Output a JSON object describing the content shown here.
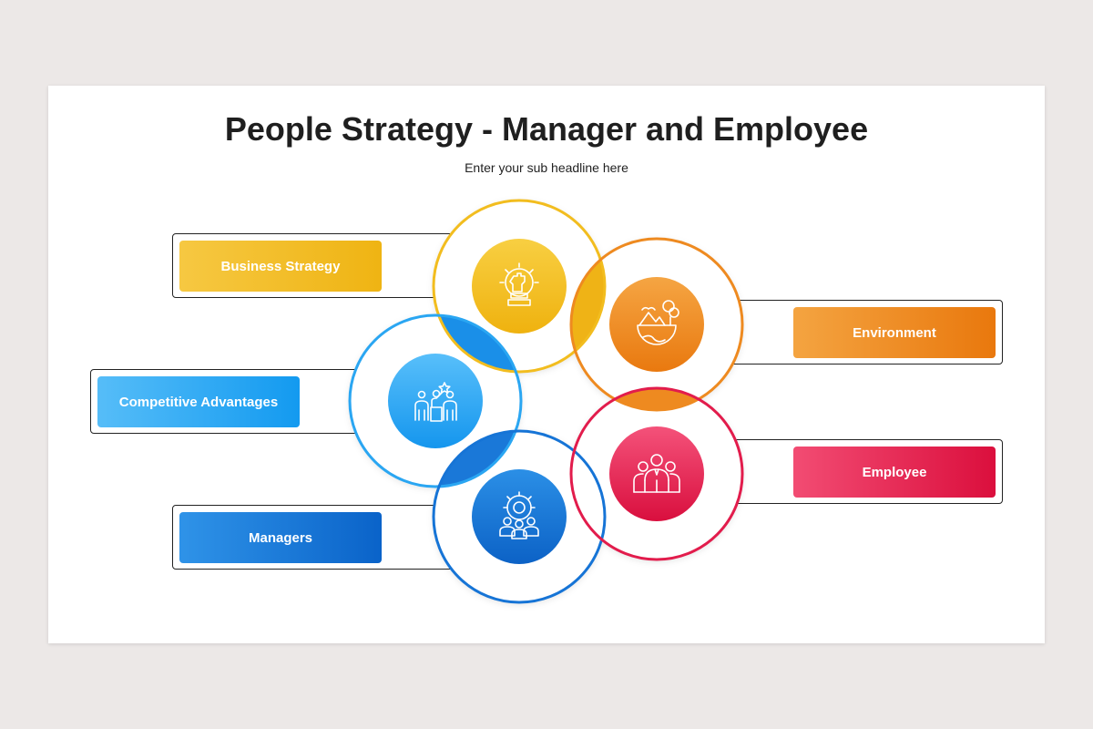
{
  "title": "People Strategy - Manager and Employee",
  "subtitle": "Enter your sub headline here",
  "items": [
    {
      "label": "Business Strategy",
      "color": "#f3bd1e",
      "icon": "chess-strategy-icon"
    },
    {
      "label": "Competitive Advantages",
      "color": "#2aa6f2",
      "icon": "competitive-podium-icon"
    },
    {
      "label": "Managers",
      "color": "#1674d6",
      "icon": "manager-gear-team-icon"
    },
    {
      "label": "Environment",
      "color": "#ee8a20",
      "icon": "environment-globe-tree-icon"
    },
    {
      "label": "Employee",
      "color": "#e21c4c",
      "icon": "employee-group-icon"
    }
  ]
}
